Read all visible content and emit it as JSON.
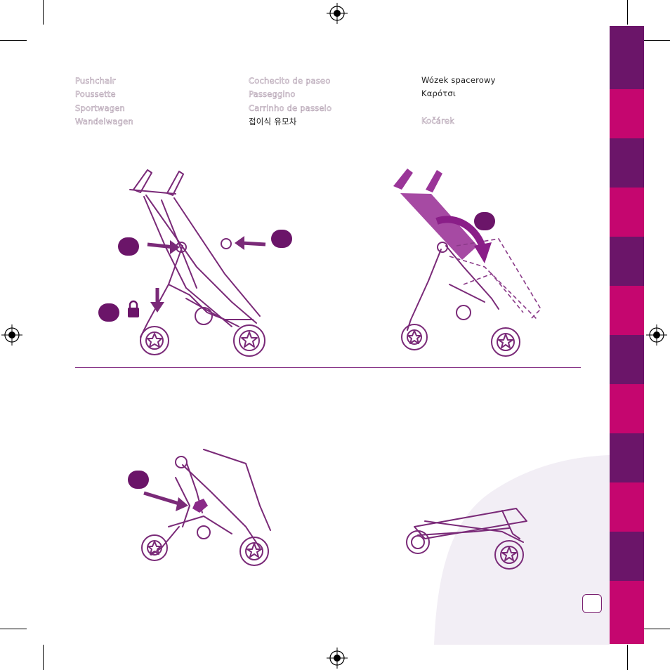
{
  "columns": [
    {
      "items": [
        {
          "text": "Pushchair",
          "style": "pale"
        },
        {
          "text": "Poussette",
          "style": "pale"
        },
        {
          "text": "Sportwagen",
          "style": "pale"
        },
        {
          "text": "Wandelwagen",
          "style": "pale"
        }
      ]
    },
    {
      "items": [
        {
          "text": "Cochecito de paseo",
          "style": "pale"
        },
        {
          "text": "Passeggino",
          "style": "pale"
        },
        {
          "text": "Carrinho de passeio",
          "style": "pale"
        },
        {
          "text": "접이식 유모차",
          "style": "dark"
        }
      ]
    },
    {
      "items": [
        {
          "text": "Wózek spacerowy",
          "style": "dark"
        },
        {
          "text": "Καρότσι",
          "style": "dark"
        },
        {
          "text": "",
          "style": "pale"
        },
        {
          "text": "Kočárek",
          "style": "pale"
        }
      ]
    }
  ],
  "colors": {
    "accent_dark": "#6b1569",
    "accent_pink": "#c5066f",
    "line": "#7a2a78",
    "watermark": "#f2eef5"
  },
  "side_tabs": [
    "dark",
    "pink",
    "dark",
    "pink",
    "dark",
    "pink",
    "dark",
    "pink",
    "dark",
    "pink",
    "dark",
    "pink"
  ],
  "icons": [
    "registration-mark-icon",
    "lock-icon",
    "arrow-icon",
    "curved-arrow-icon",
    "star-wheel-icon"
  ],
  "page_number": ""
}
